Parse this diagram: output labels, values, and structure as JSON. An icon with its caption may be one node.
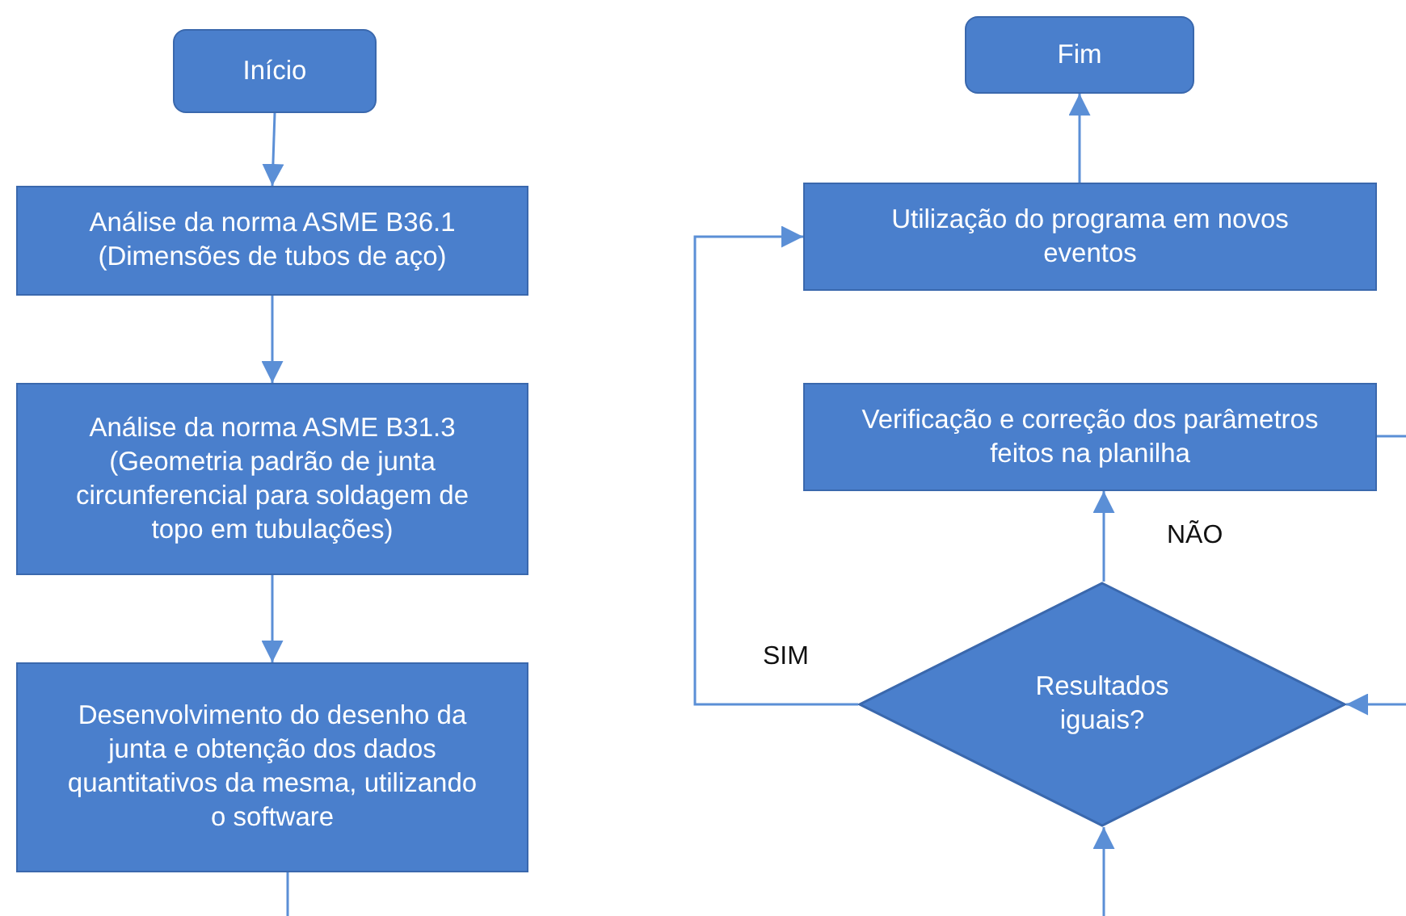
{
  "diagram": {
    "nodes": [
      {
        "text": [
          "Início"
        ]
      },
      {
        "text": [
          "Análise da norma ASME B36.1 (Dimensões de tubos de aço)"
        ]
      },
      {
        "text": [
          "Análise da norma ASME B31.3 (Geometria padrão de junta circunferencial para soldagem de topo em tubulações)"
        ]
      },
      {
        "text": [
          "Desenvolvimento do desenho da junta e obtenção dos dados quantitativos da mesma, utilizando o software"
        ]
      },
      {
        "text": [
          "Fim"
        ]
      },
      {
        "text": [
          "Utilização do programa em novos eventos"
        ]
      },
      {
        "text": [
          "Verificação e correção dos parâmetros feitos na planilha"
        ]
      },
      {
        "text": [
          "Resultados iguais?"
        ]
      }
    ],
    "edges": [
      {
        "from": 0,
        "to": 1,
        "arrow": "to"
      },
      {
        "from": 1,
        "to": 2,
        "arrow": "to"
      },
      {
        "from": 2,
        "to": 3,
        "arrow": "to"
      },
      {
        "from": 3,
        "to": null,
        "arrow": "none"
      },
      {
        "from": 5,
        "to": 4,
        "arrow": "to"
      },
      {
        "from": 6,
        "to": null,
        "arrow": "none"
      },
      {
        "from": 7,
        "to": 6,
        "arrow": "to",
        "label": "NÃO"
      },
      {
        "from": 7,
        "to": 5,
        "arrow": "to",
        "label": "SIM"
      },
      {
        "from": null,
        "to": 7,
        "arrow": "to"
      },
      {
        "from": null,
        "to": 7,
        "arrow": "to"
      }
    ]
  }
}
